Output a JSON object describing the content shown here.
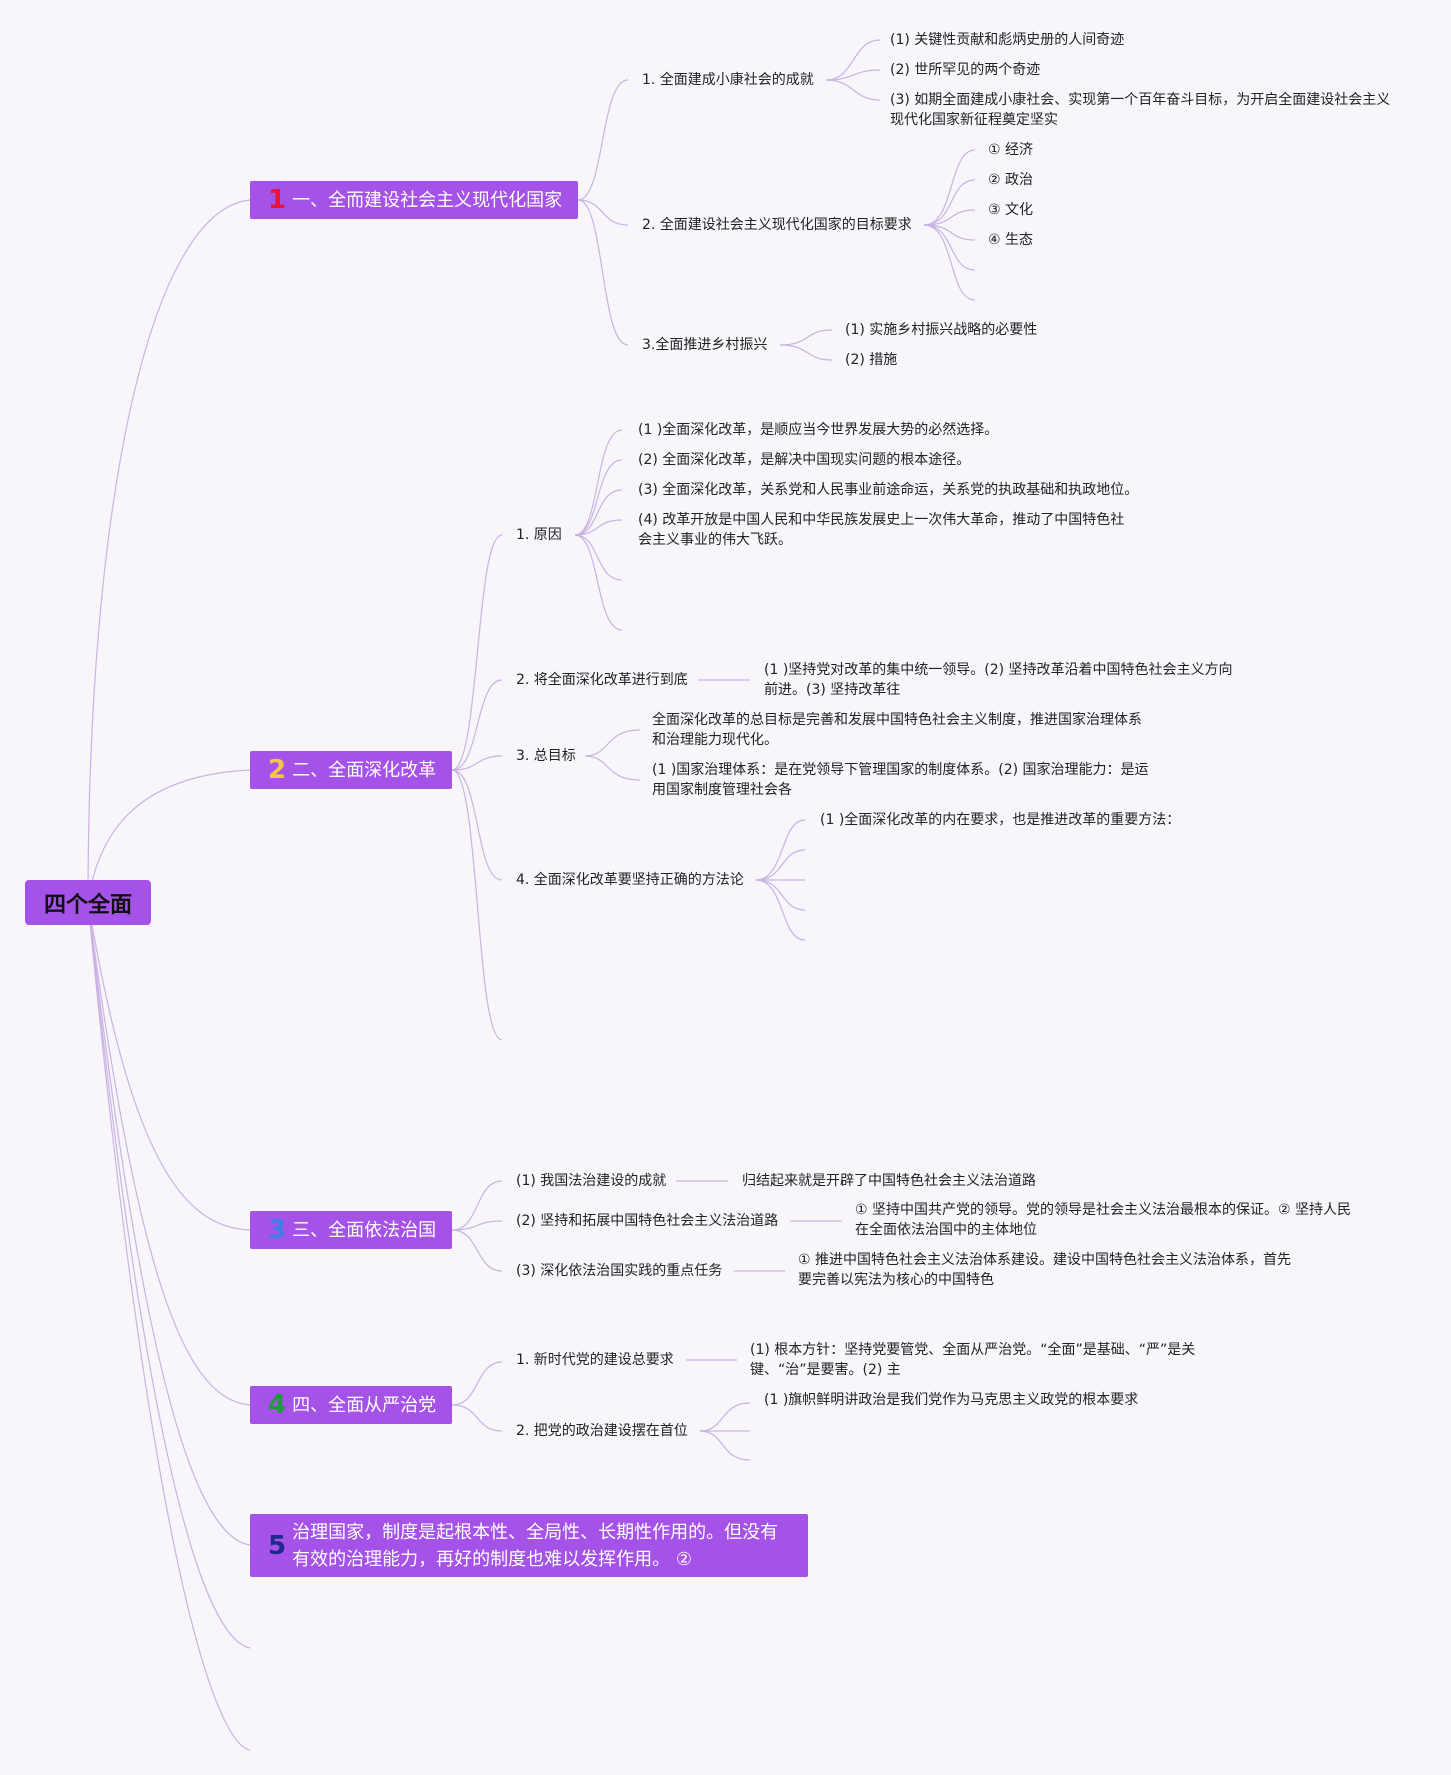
{
  "root": {
    "label": "四个全面"
  },
  "colors": {
    "node_fill": "#a552e8",
    "link": "#c9b3e3",
    "background": "#f8f5fb",
    "num1": "#e8143c",
    "num2": "#f6c544",
    "num3": "#3d7ee6",
    "num4": "#1f9a3c",
    "num5": "#1d2a8c"
  },
  "branch1": {
    "num": "1",
    "label": "一、全而建设社会主义现代化国家",
    "items": [
      {
        "label": "1. 全面建成小康社会的成就",
        "children": [
          "(1) 关键性贡献和彪炳史册的人间奇迹",
          "(2) 世所罕见的两个奇迹",
          "(3) 如期全面建成小康社会、实现第一个百年奋斗目标，为开启全面建设社会主义现代化国家新征程奠定坚实"
        ]
      },
      {
        "label": "2. 全面建设社会主义现代化国家的目标要求",
        "children": [
          "① 经济",
          "② 政治",
          "③ 文化",
          "④ 生态"
        ]
      },
      {
        "label": "3.全面推进乡村振兴",
        "children": [
          "(1) 实施乡村振兴战略的必要性",
          "(2) 措施"
        ]
      }
    ]
  },
  "branch2": {
    "num": "2",
    "label": "二、全面深化改革",
    "items": [
      {
        "label": "1. 原因",
        "children": [
          "(1 )全面深化改革，是顺应当今世界发展大势的必然选择。",
          "(2) 全面深化改革，是解决中国现实问题的根本途径。",
          "(3) 全面深化改革，关系党和人民事业前途命运，关系党的执政基础和执政地位。",
          "(4) 改革开放是中国人民和中华民族发展史上一次伟大革命，推动了中国特色社会主义事业的伟大飞跃。"
        ]
      },
      {
        "label": "2. 将全面深化改革进行到底",
        "children": [
          "(1 )坚持党对改革的集中统一领导。(2) 坚持改革沿着中国特色社会主义方向前进。(3) 坚持改革往"
        ]
      },
      {
        "label": "3. 总目标",
        "children": [
          "全面深化改革的总目标是完善和发展中国特色社会主义制度，推进国家治理体系和治理能力现代化。",
          "(1 )国家治理体系：是在党领导下管理国家的制度体系。(2) 国家治理能力：是运用国家制度管理社会各"
        ]
      },
      {
        "label": "4. 全面深化改革要坚持正确的方法论",
        "children": [
          "(1 )全面深化改革的内在要求，也是推进改革的重要方法："
        ]
      }
    ]
  },
  "branch3": {
    "num": "3",
    "label": "三、全面依法治国",
    "items": [
      {
        "label": "(1) 我国法治建设的成就",
        "children": [
          "归结起来就是开辟了中国特色社会主义法治道路"
        ]
      },
      {
        "label": "(2) 坚持和拓展中国特色社会主义法治道路",
        "children": [
          "① 坚持中国共产党的领导。党的领导是社会主义法治最根本的保证。② 坚持人民在全面依法治国中的主体地位"
        ]
      },
      {
        "label": "(3) 深化依法治国实践的重点任务",
        "children": [
          "① 推进中国特色社会主义法治体系建设。建设中国特色社会主义法治体系，首先要完善以宪法为核心的中国特色"
        ]
      }
    ]
  },
  "branch4": {
    "num": "4",
    "label": "四、全面从严治党",
    "items": [
      {
        "label": "1. 新时代党的建设总要求",
        "children": [
          "(1) 根本方针：坚持党要管党、全面从严治党。“全面”是基础、“严”是关键、“治”是要害。(2) 主"
        ]
      },
      {
        "label": "2. 把党的政治建设摆在首位",
        "children": [
          "(1 )旗帜鲜明讲政治是我们党作为马克思主义政党的根本要求"
        ]
      }
    ]
  },
  "branch5": {
    "num": "5",
    "label": "治理国家，制度是起根本性、全局性、长期性作用的。但没有有效的治理能力，再好的制度也难以发挥作用。 ②"
  }
}
